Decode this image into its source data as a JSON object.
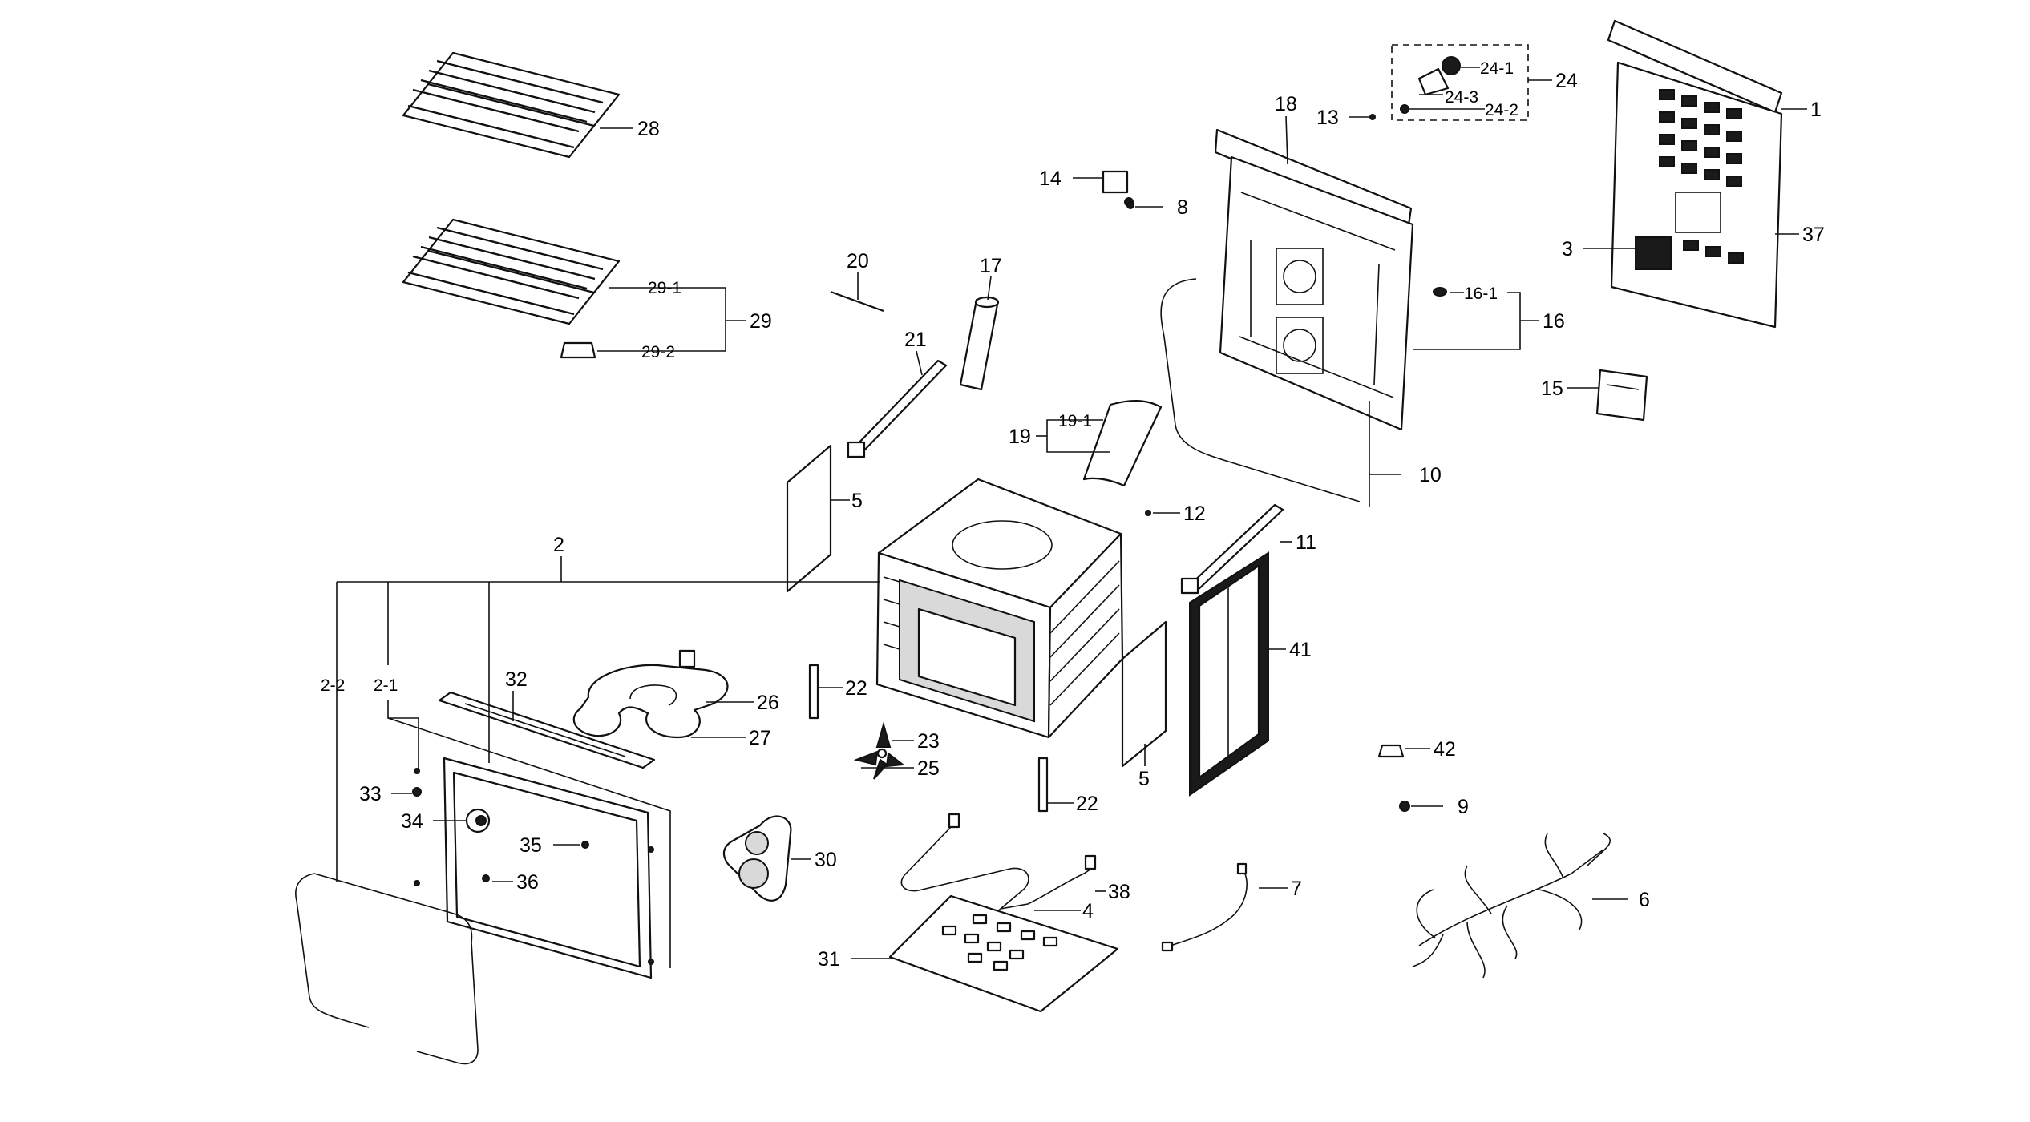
{
  "diagram": {
    "callouts": {
      "c1": "1",
      "c2": "2",
      "c2_1": "2-1",
      "c2_2": "2-2",
      "c3": "3",
      "c4": "4",
      "c5a": "5",
      "c5b": "5",
      "c6": "6",
      "c7": "7",
      "c8": "8",
      "c9": "9",
      "c10": "10",
      "c11": "11",
      "c12": "12",
      "c13": "13",
      "c14": "14",
      "c15": "15",
      "c16": "16",
      "c16_1": "16-1",
      "c17": "17",
      "c18": "18",
      "c19": "19",
      "c19_1": "19-1",
      "c20": "20",
      "c21": "21",
      "c22a": "22",
      "c22b": "22",
      "c23": "23",
      "c24": "24",
      "c24_1": "24-1",
      "c24_2": "24-2",
      "c24_3": "24-3",
      "c25": "25",
      "c26": "26",
      "c27": "27",
      "c28": "28",
      "c29": "29",
      "c29_1": "29-1",
      "c29_2": "29-2",
      "c30": "30",
      "c31": "31",
      "c32": "32",
      "c33": "33",
      "c34": "34",
      "c35": "35",
      "c36": "36",
      "c37": "37",
      "c38": "38",
      "c41": "41",
      "c42": "42"
    }
  }
}
